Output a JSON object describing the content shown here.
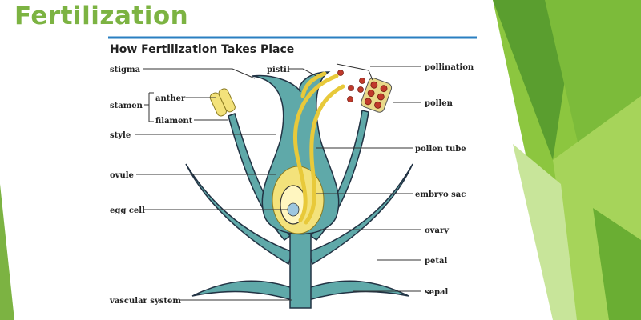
{
  "slide": {
    "title": "Fertilization"
  },
  "diagram": {
    "title": "How Fertilization Takes Place",
    "labels": {
      "stigma": "stigma",
      "pistil": "pistil",
      "pollination": "pollination",
      "stamen": "stamen",
      "anther": "anther",
      "filament": "filament",
      "pollen": "pollen",
      "style": "style",
      "pollen_tube": "pollen tube",
      "ovule": "ovule",
      "embryo_sac": "embryo sac",
      "egg_cell": "egg cell",
      "ovary": "ovary",
      "petal": "petal",
      "vascular_system": "vascular system",
      "sepal": "sepal"
    }
  },
  "colors": {
    "accent": "#7cb342",
    "rule": "#2a7fc1",
    "teal": "#5fa9a9",
    "yellow": "#f3e27b"
  }
}
